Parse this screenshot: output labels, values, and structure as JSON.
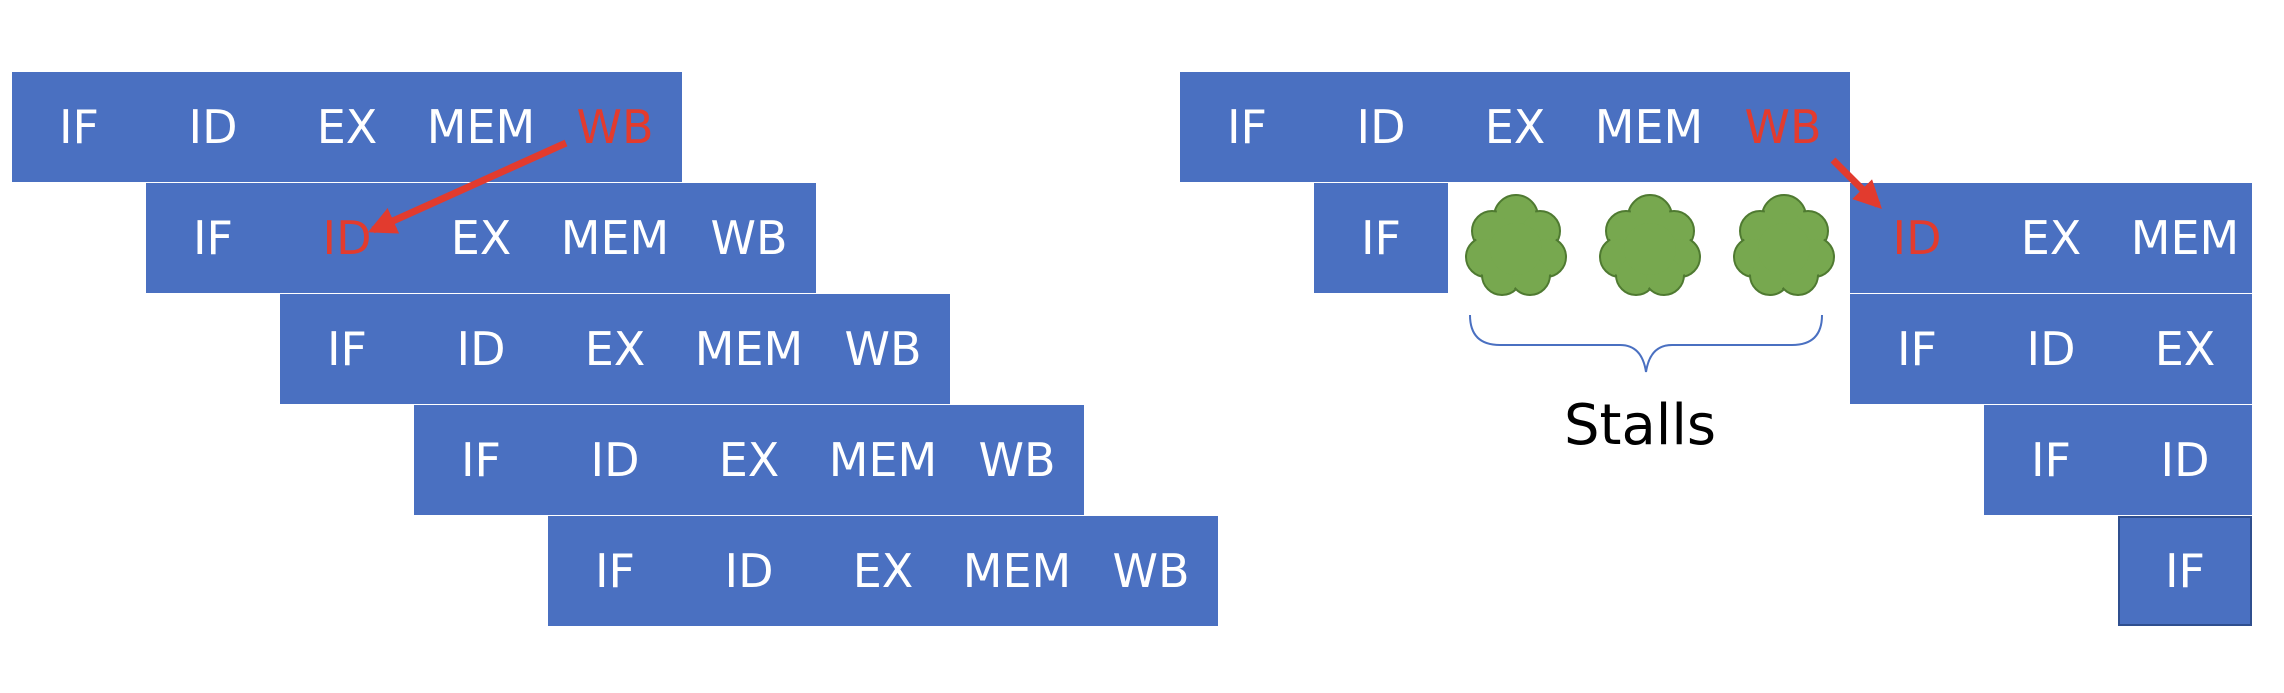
{
  "left_pipeline": {
    "rows": [
      [
        {
          "label": "IF"
        },
        {
          "label": "ID"
        },
        {
          "label": "EX"
        },
        {
          "label": "MEM"
        },
        {
          "label": "WB",
          "highlight": true
        }
      ],
      [
        {
          "label": "IF"
        },
        {
          "label": "ID",
          "highlight": true
        },
        {
          "label": "EX"
        },
        {
          "label": "MEM"
        },
        {
          "label": "WB"
        }
      ],
      [
        {
          "label": "IF"
        },
        {
          "label": "ID"
        },
        {
          "label": "EX"
        },
        {
          "label": "MEM"
        },
        {
          "label": "WB"
        }
      ],
      [
        {
          "label": "IF"
        },
        {
          "label": "ID"
        },
        {
          "label": "EX"
        },
        {
          "label": "MEM"
        },
        {
          "label": "WB"
        }
      ],
      [
        {
          "label": "IF"
        },
        {
          "label": "ID"
        },
        {
          "label": "EX"
        },
        {
          "label": "MEM"
        },
        {
          "label": "WB"
        }
      ]
    ]
  },
  "right_pipeline": {
    "rows": [
      [
        {
          "label": "IF"
        },
        {
          "label": "ID"
        },
        {
          "label": "EX"
        },
        {
          "label": "MEM"
        },
        {
          "label": "WB",
          "highlight": true
        }
      ],
      [
        {
          "label": "IF"
        },
        {
          "label": "ID",
          "highlight": true
        },
        {
          "label": "EX"
        },
        {
          "label": "MEM"
        }
      ],
      [
        {
          "label": "IF"
        },
        {
          "label": "ID"
        },
        {
          "label": "EX"
        }
      ],
      [
        {
          "label": "IF"
        },
        {
          "label": "ID"
        }
      ],
      [
        {
          "label": "IF",
          "outlined": true
        }
      ]
    ],
    "stall_count": 3,
    "stalls_label": "Stalls"
  },
  "colors": {
    "cell_fill": "#4a70c1",
    "cell_text": "#ffffff",
    "highlight_text": "#e23b2e",
    "arrow": "#e23b2e",
    "bubble_fill": "#77a84f",
    "bubble_stroke": "#4f7a31",
    "brace": "#4a70c1"
  },
  "icons": {
    "stall_bubble": "cloud-bubble-icon",
    "forward_arrow": "arrow-icon",
    "brace": "curly-brace-icon"
  }
}
